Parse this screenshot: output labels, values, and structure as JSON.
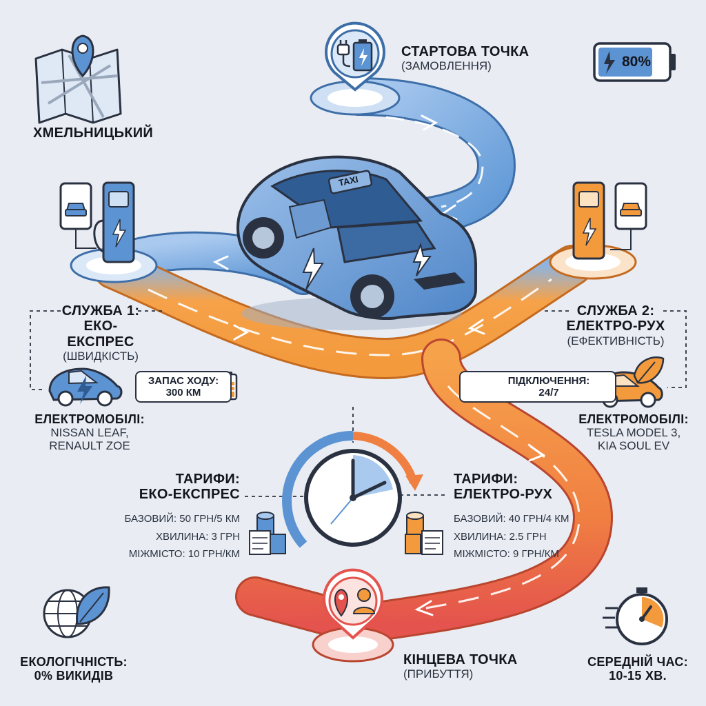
{
  "city": "ХМЕЛЬНИЦЬКИЙ",
  "start": {
    "title": "СТАРТОВА ТОЧКА",
    "subtitle": "(ЗАМОВЛЕННЯ)"
  },
  "battery": {
    "level_label": "80%",
    "level": 0.8
  },
  "car": {
    "roof_sign": "TAXI"
  },
  "service1": {
    "title_line1": "СЛУЖБА 1:",
    "title_line2": "ЕКО-ЕКСПРЕС",
    "subtitle": "(ШВИДКІСТЬ)",
    "range_line1": "ЗАПАС ХОДУ:",
    "range_line2": "300 КМ",
    "cars_title": "ЕЛЕКТРОМОБІЛІ:",
    "cars_line1": "NISSAN LEAF,",
    "cars_line2": "RENAULT ZOE"
  },
  "service2": {
    "title_line1": "СЛУЖБА 2:",
    "title_line2": "ЕЛЕКТРО-РУХ",
    "subtitle": "(ЕФЕКТИВНІСТЬ)",
    "connect_line1": "ПІДКЛЮЧЕННЯ:",
    "connect_line2": "24/7",
    "cars_title": "ЕЛЕКТРОМОБІЛІ:",
    "cars_line1": "TESLA MODEL 3,",
    "cars_line2": "KIA SOUL EV"
  },
  "tariffs1": {
    "title_line1": "ТАРИФИ:",
    "title_line2": "ЕКО-ЕКСПРЕС",
    "rows": [
      "БАЗОВИЙ: 50 ГРН/5 КМ",
      "ХВИЛИНА: 3 ГРН",
      "МІЖМІСТО: 10 ГРН/КМ"
    ]
  },
  "tariffs2": {
    "title_line1": "ТАРИФИ:",
    "title_line2": "ЕЛЕКТРО-РУХ",
    "rows": [
      "БАЗОВИЙ: 40 ГРН/4 КМ",
      "ХВИЛИНА: 2.5 ГРН",
      "МІЖМІСТО: 9 ГРН/КМ"
    ]
  },
  "end": {
    "title": "КІНЦЕВА ТОЧКА",
    "subtitle": "(ПРИБУТТЯ)"
  },
  "eco": {
    "line1": "ЕКОЛОГІЧНІСТЬ:",
    "line2": "0% ВИКИДІВ"
  },
  "avg_time": {
    "line1": "СЕРЕДНІЙ ЧАС:",
    "line2": "10-15 ХВ."
  },
  "colors": {
    "blue": "#5b93d3",
    "orange": "#f39a3d",
    "red": "#e4534d",
    "ink": "#2a3140"
  }
}
